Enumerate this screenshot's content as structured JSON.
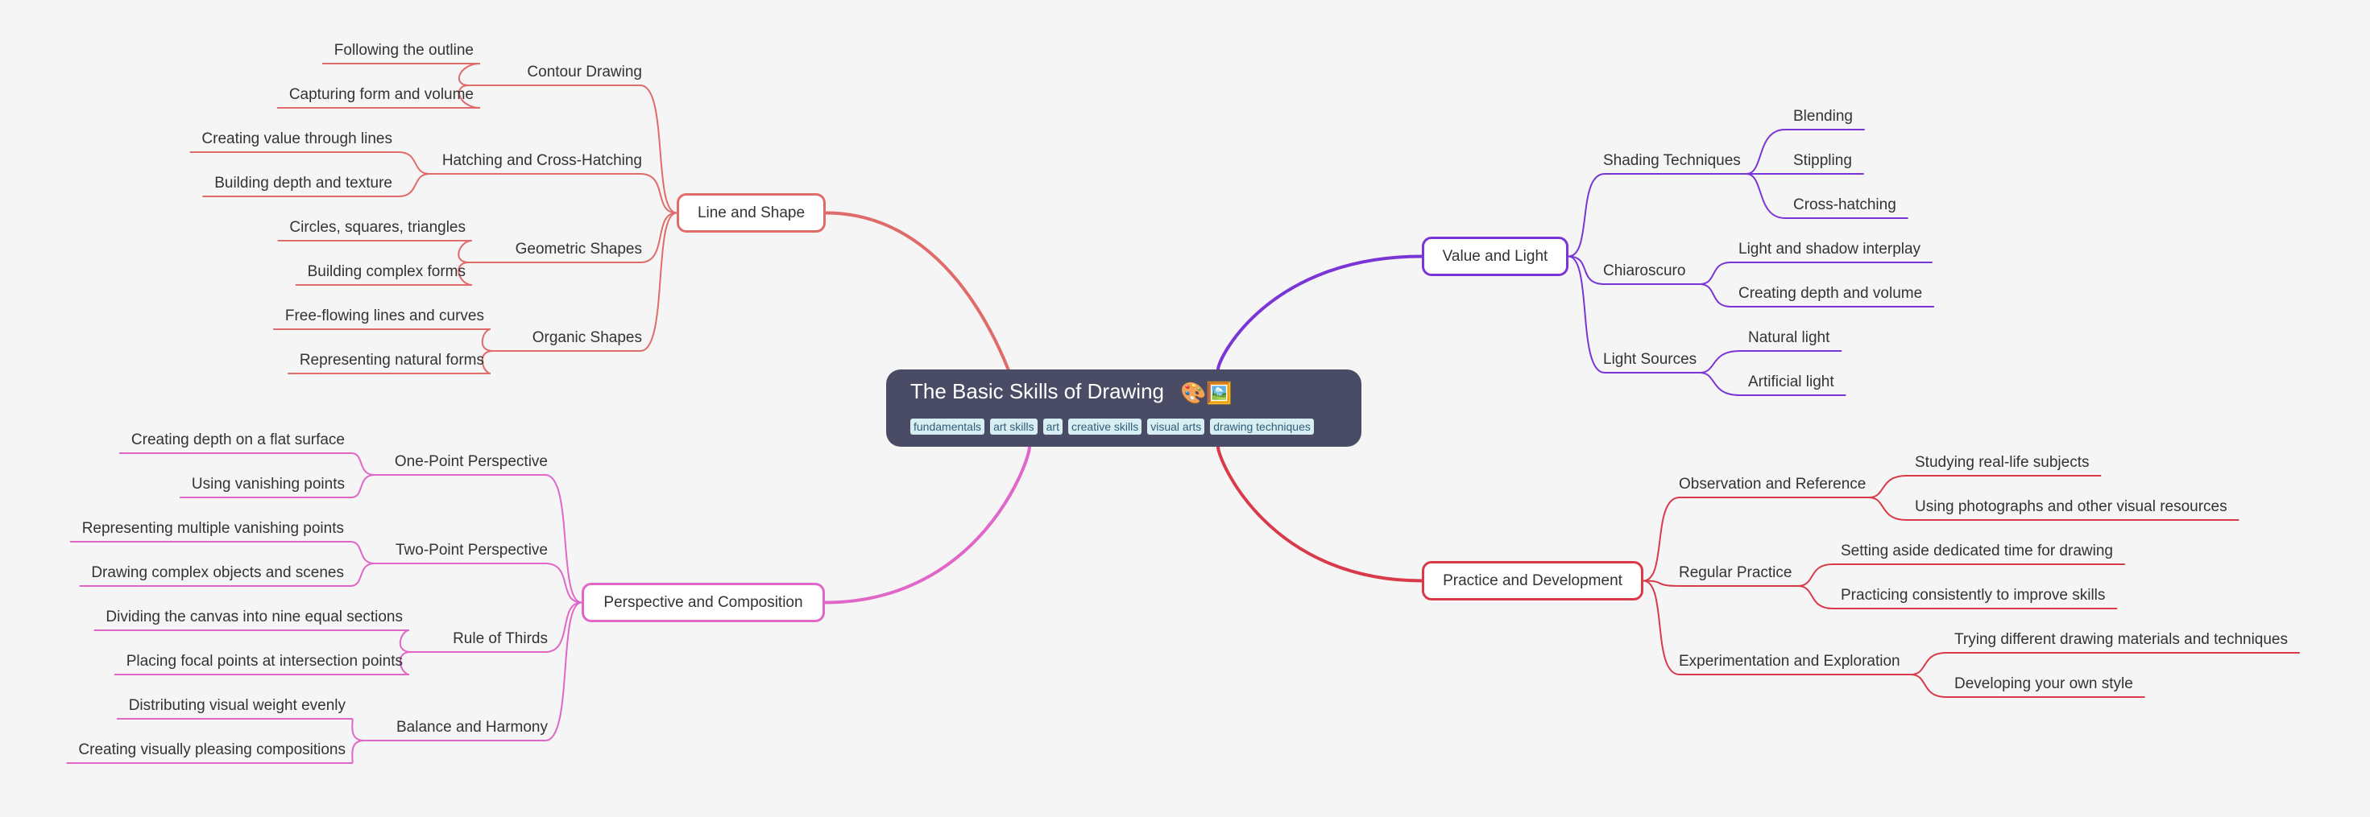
{
  "root": {
    "title": "The Basic Skills of Drawing",
    "emoji": "🎨🖼️",
    "tags": [
      "fundamentals",
      "art skills",
      "art",
      "creative skills",
      "visual arts",
      "drawing techniques"
    ]
  },
  "branches": [
    {
      "id": "line-and-shape",
      "label": "Line and Shape",
      "color": "#e06b6b",
      "side": "left",
      "children": [
        {
          "label": "Contour Drawing",
          "children": [
            "Following the outline",
            "Capturing form and volume"
          ]
        },
        {
          "label": "Hatching and Cross-Hatching",
          "children": [
            "Creating value through lines",
            "Building depth and texture"
          ]
        },
        {
          "label": "Geometric Shapes",
          "children": [
            "Circles, squares, triangles",
            "Building complex forms"
          ]
        },
        {
          "label": "Organic Shapes",
          "children": [
            "Free-flowing lines and curves",
            "Representing natural forms"
          ]
        }
      ]
    },
    {
      "id": "perspective-and-composition",
      "label": "Perspective and Composition",
      "color": "#e066c8",
      "side": "left",
      "children": [
        {
          "label": "One-Point Perspective",
          "children": [
            "Creating depth on a flat surface",
            "Using vanishing points"
          ]
        },
        {
          "label": "Two-Point Perspective",
          "children": [
            "Representing multiple vanishing points",
            "Drawing complex objects and scenes"
          ]
        },
        {
          "label": "Rule of Thirds",
          "children": [
            "Dividing the canvas into nine equal sections",
            "Placing focal points at intersection points"
          ]
        },
        {
          "label": "Balance and Harmony",
          "children": [
            "Distributing visual weight evenly",
            "Creating visually pleasing compositions"
          ]
        }
      ]
    },
    {
      "id": "value-and-light",
      "label": "Value and Light",
      "color": "#7a35d6",
      "side": "right",
      "children": [
        {
          "label": "Shading Techniques",
          "children": [
            "Blending",
            "Stippling",
            "Cross-hatching"
          ]
        },
        {
          "label": "Chiaroscuro",
          "children": [
            "Light and shadow interplay",
            "Creating depth and volume"
          ]
        },
        {
          "label": "Light Sources",
          "children": [
            "Natural light",
            "Artificial light"
          ]
        }
      ]
    },
    {
      "id": "practice-and-development",
      "label": "Practice and Development",
      "color": "#d93a4a",
      "side": "right",
      "children": [
        {
          "label": "Observation and Reference",
          "children": [
            "Studying real-life subjects",
            "Using photographs and other visual resources"
          ]
        },
        {
          "label": "Regular Practice",
          "children": [
            "Setting aside dedicated time for drawing",
            "Practicing consistently to improve skills"
          ]
        },
        {
          "label": "Experimentation and Exploration",
          "children": [
            "Trying different drawing materials and techniques",
            "Developing your own style"
          ]
        }
      ]
    }
  ]
}
